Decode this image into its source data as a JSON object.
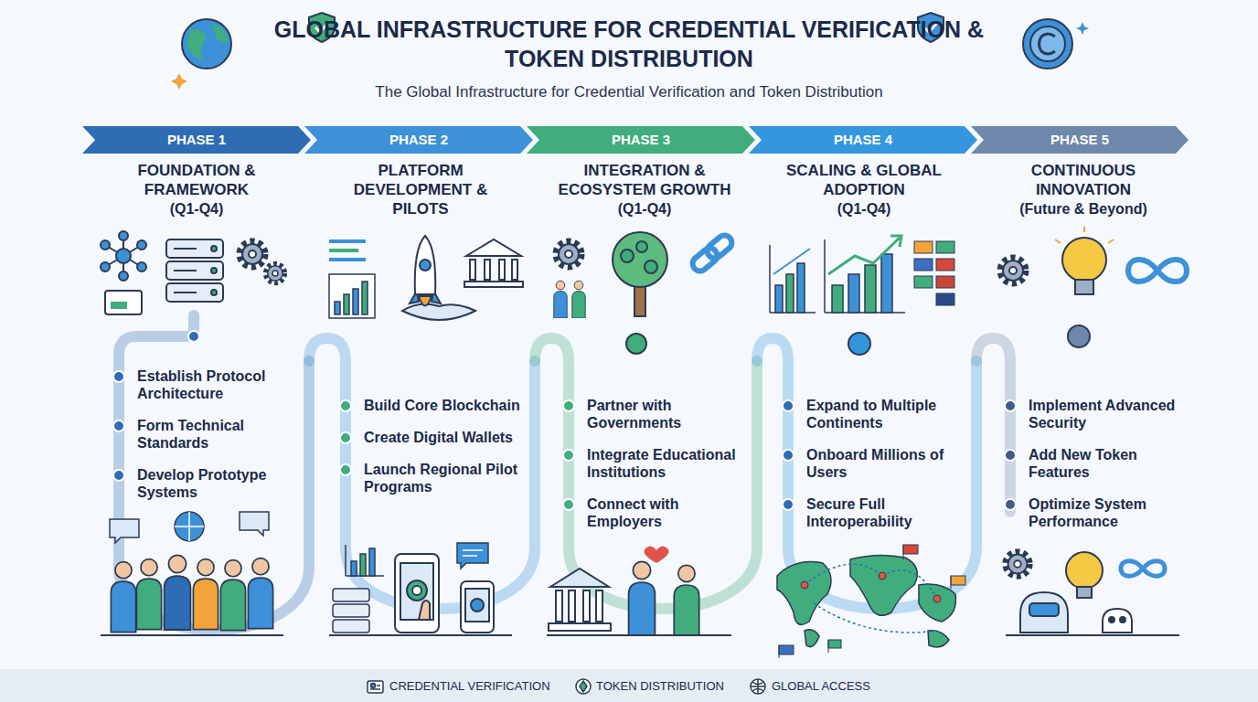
{
  "diagram": {
    "title": "GLOBAL INFRASTRUCTURE FOR CREDENTIAL VERIFICATION & TOKEN DISTRIBUTION",
    "nodes": [
      {
        "text": [
          "PHASE 1"
        ]
      },
      {
        "text": [
          "PHASE 2"
        ]
      },
      {
        "text": [
          "PHASE 3"
        ]
      },
      {
        "text": [
          "PHASE 4"
        ]
      },
      {
        "text": [
          "PHASE 5"
        ]
      }
    ],
    "labels": [
      "The Global Infrastructure for Credential Verification and Token Distribution",
      "FOUNDATION & FRAMEWORK",
      "(Q1-Q4)",
      "Establish Protocol Architecture",
      "Form Technical Standards",
      "Develop Prototype Systems",
      "PLATFORM DEVELOPMENT & PILOTS",
      "Build Core Blockchain",
      "Create Digital Wallets",
      "Launch Regional Pilot Programs",
      "INTEGRATION & ECOSYSTEM GROWTH",
      "(Q1-Q4)",
      "Partner with Governments",
      "Integrate Educational Institutions",
      "Connect with Employers",
      "SCALING & GLOBAL ADOPTION",
      "(Q1-Q4)",
      "Expand to Multiple Continents",
      "Onboard Millions of Users",
      "Secure Full Interoperability",
      "CONTINUOUS INNOVATION",
      "(Future & Beyond)",
      "Implement Advanced Security",
      "Add New Token Features",
      "Optimize System Performance"
    ],
    "legend": [
      {
        "text": "CREDENTIAL VERIFICATION"
      },
      {
        "text": "TOKEN DISTRIBUTION"
      },
      {
        "text": "GLOBAL ACCESS"
      }
    ]
  }
}
